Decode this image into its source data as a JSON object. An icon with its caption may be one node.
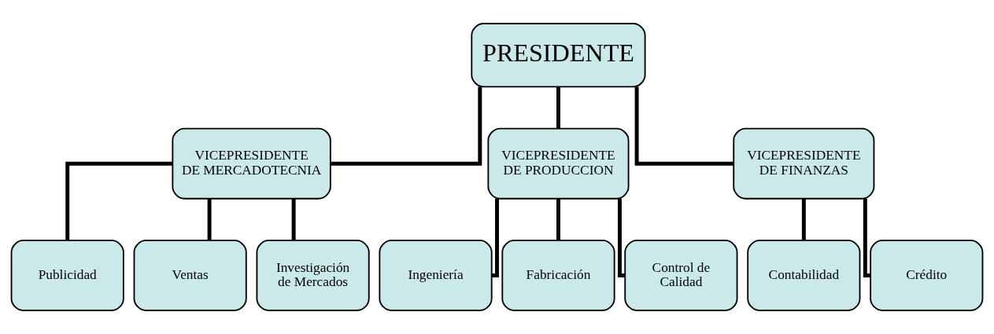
{
  "diagram": {
    "nodes": [
      {
        "text": [
          "PRESIDENTE"
        ]
      },
      {
        "text": [
          "VICEPRESIDENTE DE MERCADOTECNIA"
        ]
      },
      {
        "text": [
          "VICEPRESIDENTE DE PRODUCCION"
        ]
      },
      {
        "text": [
          "VICEPRESIDENTE DE FINANZAS"
        ]
      },
      {
        "text": [
          "Publicidad"
        ]
      },
      {
        "text": [
          "Ventas"
        ]
      },
      {
        "text": [
          "Investigación de Mercados"
        ]
      },
      {
        "text": [
          "Ingeniería"
        ]
      },
      {
        "text": [
          "Fabricación"
        ]
      },
      {
        "text": [
          "Control de Calidad"
        ]
      },
      {
        "text": [
          "Contabilidad"
        ]
      },
      {
        "text": [
          "Crédito"
        ]
      }
    ],
    "edges": [
      {
        "from": 0,
        "to": 1,
        "arrow": "none"
      },
      {
        "from": 0,
        "to": 2,
        "arrow": "none"
      },
      {
        "from": 0,
        "to": 3,
        "arrow": "none"
      },
      {
        "from": 1,
        "to": 4,
        "arrow": "none"
      },
      {
        "from": 1,
        "to": 5,
        "arrow": "none"
      },
      {
        "from": 1,
        "to": 6,
        "arrow": "none"
      },
      {
        "from": 2,
        "to": 7,
        "arrow": "none"
      },
      {
        "from": 2,
        "to": 8,
        "arrow": "none"
      },
      {
        "from": 2,
        "to": 9,
        "arrow": "none"
      },
      {
        "from": 3,
        "to": 10,
        "arrow": "none"
      },
      {
        "from": 3,
        "to": 11,
        "arrow": "none"
      }
    ]
  }
}
